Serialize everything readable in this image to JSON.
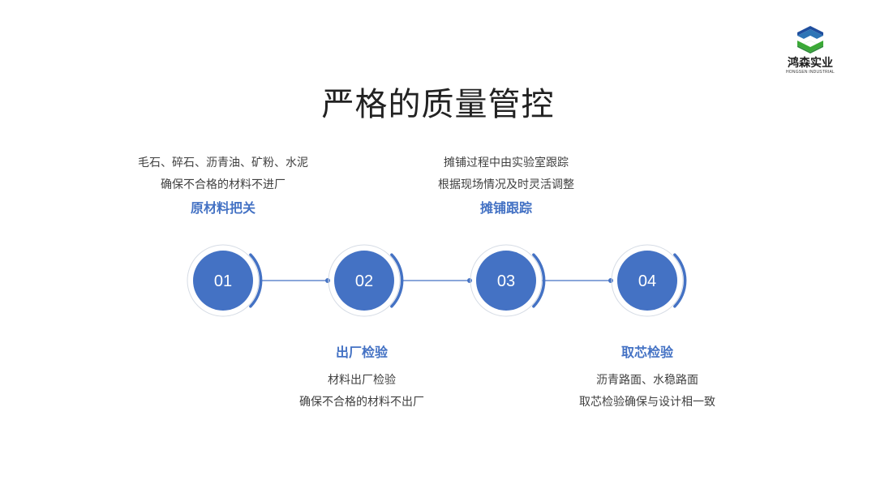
{
  "logo": {
    "name_cn": "鸿森实业",
    "name_en": "HONGSEN INDUSTRIAL"
  },
  "title": "严格的质量管控",
  "colors": {
    "accent": "#4472c4",
    "ring": "#d6dce5",
    "text": "#404040"
  },
  "steps": [
    {
      "number": "01",
      "heading": "原材料把关",
      "lines": [
        "毛石、碎石、沥青油、矿粉、水泥",
        "确保不合格的材料不进厂"
      ]
    },
    {
      "number": "02",
      "heading": "出厂检验",
      "lines": [
        "材料出厂检验",
        "确保不合格的材料不出厂"
      ]
    },
    {
      "number": "03",
      "heading": "摊铺跟踪",
      "lines": [
        "摊铺过程中由实验室跟踪",
        "根据现场情况及时灵活调整"
      ]
    },
    {
      "number": "04",
      "heading": "取芯检验",
      "lines": [
        "沥青路面、水稳路面",
        "取芯检验确保与设计相一致"
      ]
    }
  ]
}
